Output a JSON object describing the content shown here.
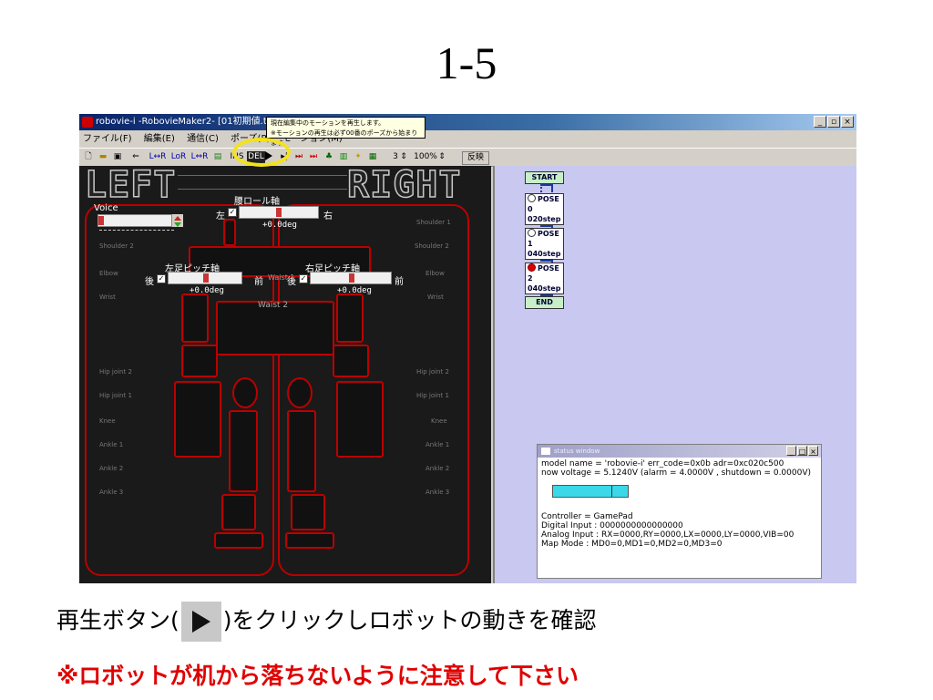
{
  "slide": {
    "title": "1-5",
    "caption_before": "再生ボタン(",
    "caption_after": ")をクリックしロボットの動きを確認",
    "warning": "※ロボットが机から落ちないように注意して下さい"
  },
  "window": {
    "title": "robovie-i -RobovieMaker2- [01初期値.txt]",
    "controls": [
      "_",
      "▫",
      "×"
    ],
    "menus": [
      "ファイル(F)",
      "編集(E)",
      "通信(C)",
      "ポーズ(P)",
      "モーション(M)"
    ]
  },
  "toolbar": {
    "tooltip_line1": "現在編集中のモーションを再生します。",
    "tooltip_line2": "※モーションの再生は必ず00番のポーズから始まります",
    "labels": {
      "l1": "L↔R",
      "l2": "LoR",
      "l3": "L⇔R",
      "ins": "INS",
      "del": "DEL",
      "step": "3",
      "zoom": "100%",
      "reflect": "反映"
    }
  },
  "editor": {
    "left_title": "LEFT",
    "right_title": "RIGHT",
    "voice_label": "Voice",
    "waist_roll": {
      "label": "腰ロール軸",
      "left": "左",
      "right": "右",
      "value": "+0.0deg"
    },
    "left_pitch": {
      "label": "左足ピッチ軸",
      "back": "後",
      "front": "前",
      "value": "+0.0deg"
    },
    "right_pitch": {
      "label": "右足ピッチ軸",
      "back": "後",
      "front": "前",
      "value": "+0.0deg"
    },
    "waist1": "Waist 1",
    "waist2": "Waist 2",
    "left_parts": [
      "Shoulder 2",
      "Elbow",
      "Wrist",
      "Hip joint 2",
      "Hip joint 1",
      "Knee",
      "Ankle 1",
      "Ankle 2",
      "Ankle 3"
    ],
    "right_parts": [
      "Shoulder 1",
      "Shoulder 2",
      "Elbow",
      "Wrist",
      "Hip joint 2",
      "Hip joint 1",
      "Knee",
      "Ankle 1",
      "Ankle 2",
      "Ankle 3"
    ]
  },
  "flow": {
    "start": "START",
    "poses": [
      {
        "name": "POSE 0",
        "step": "020step",
        "active": false
      },
      {
        "name": "POSE 1",
        "step": "040step",
        "active": false
      },
      {
        "name": "POSE 2",
        "step": "040step",
        "active": true
      }
    ],
    "end": "END"
  },
  "status": {
    "title": "status window",
    "model_line": "model name = 'robovie-i'  err_code=0x0b adr=0xc020c500",
    "voltage_line": "now voltage = 5.1240V (alarm = 4.0000V , shutdown = 0.0000V)",
    "voltage_fill_percent": 100,
    "controller": "Controller = GamePad",
    "digital": "Digital Input : 0000000000000000",
    "analog": "Analog Input : RX=0000,RY=0000,LX=0000,LY=0000,VIB=00",
    "mapmode": "Map Mode : MD0=0,MD1=0,MD2=0,MD3=0"
  },
  "colors": {
    "accent_red": "#e00000",
    "highlight_yellow": "#f4e21a",
    "flow_bg": "#c8c8f0",
    "voltage_fill": "#3ad8e8"
  }
}
